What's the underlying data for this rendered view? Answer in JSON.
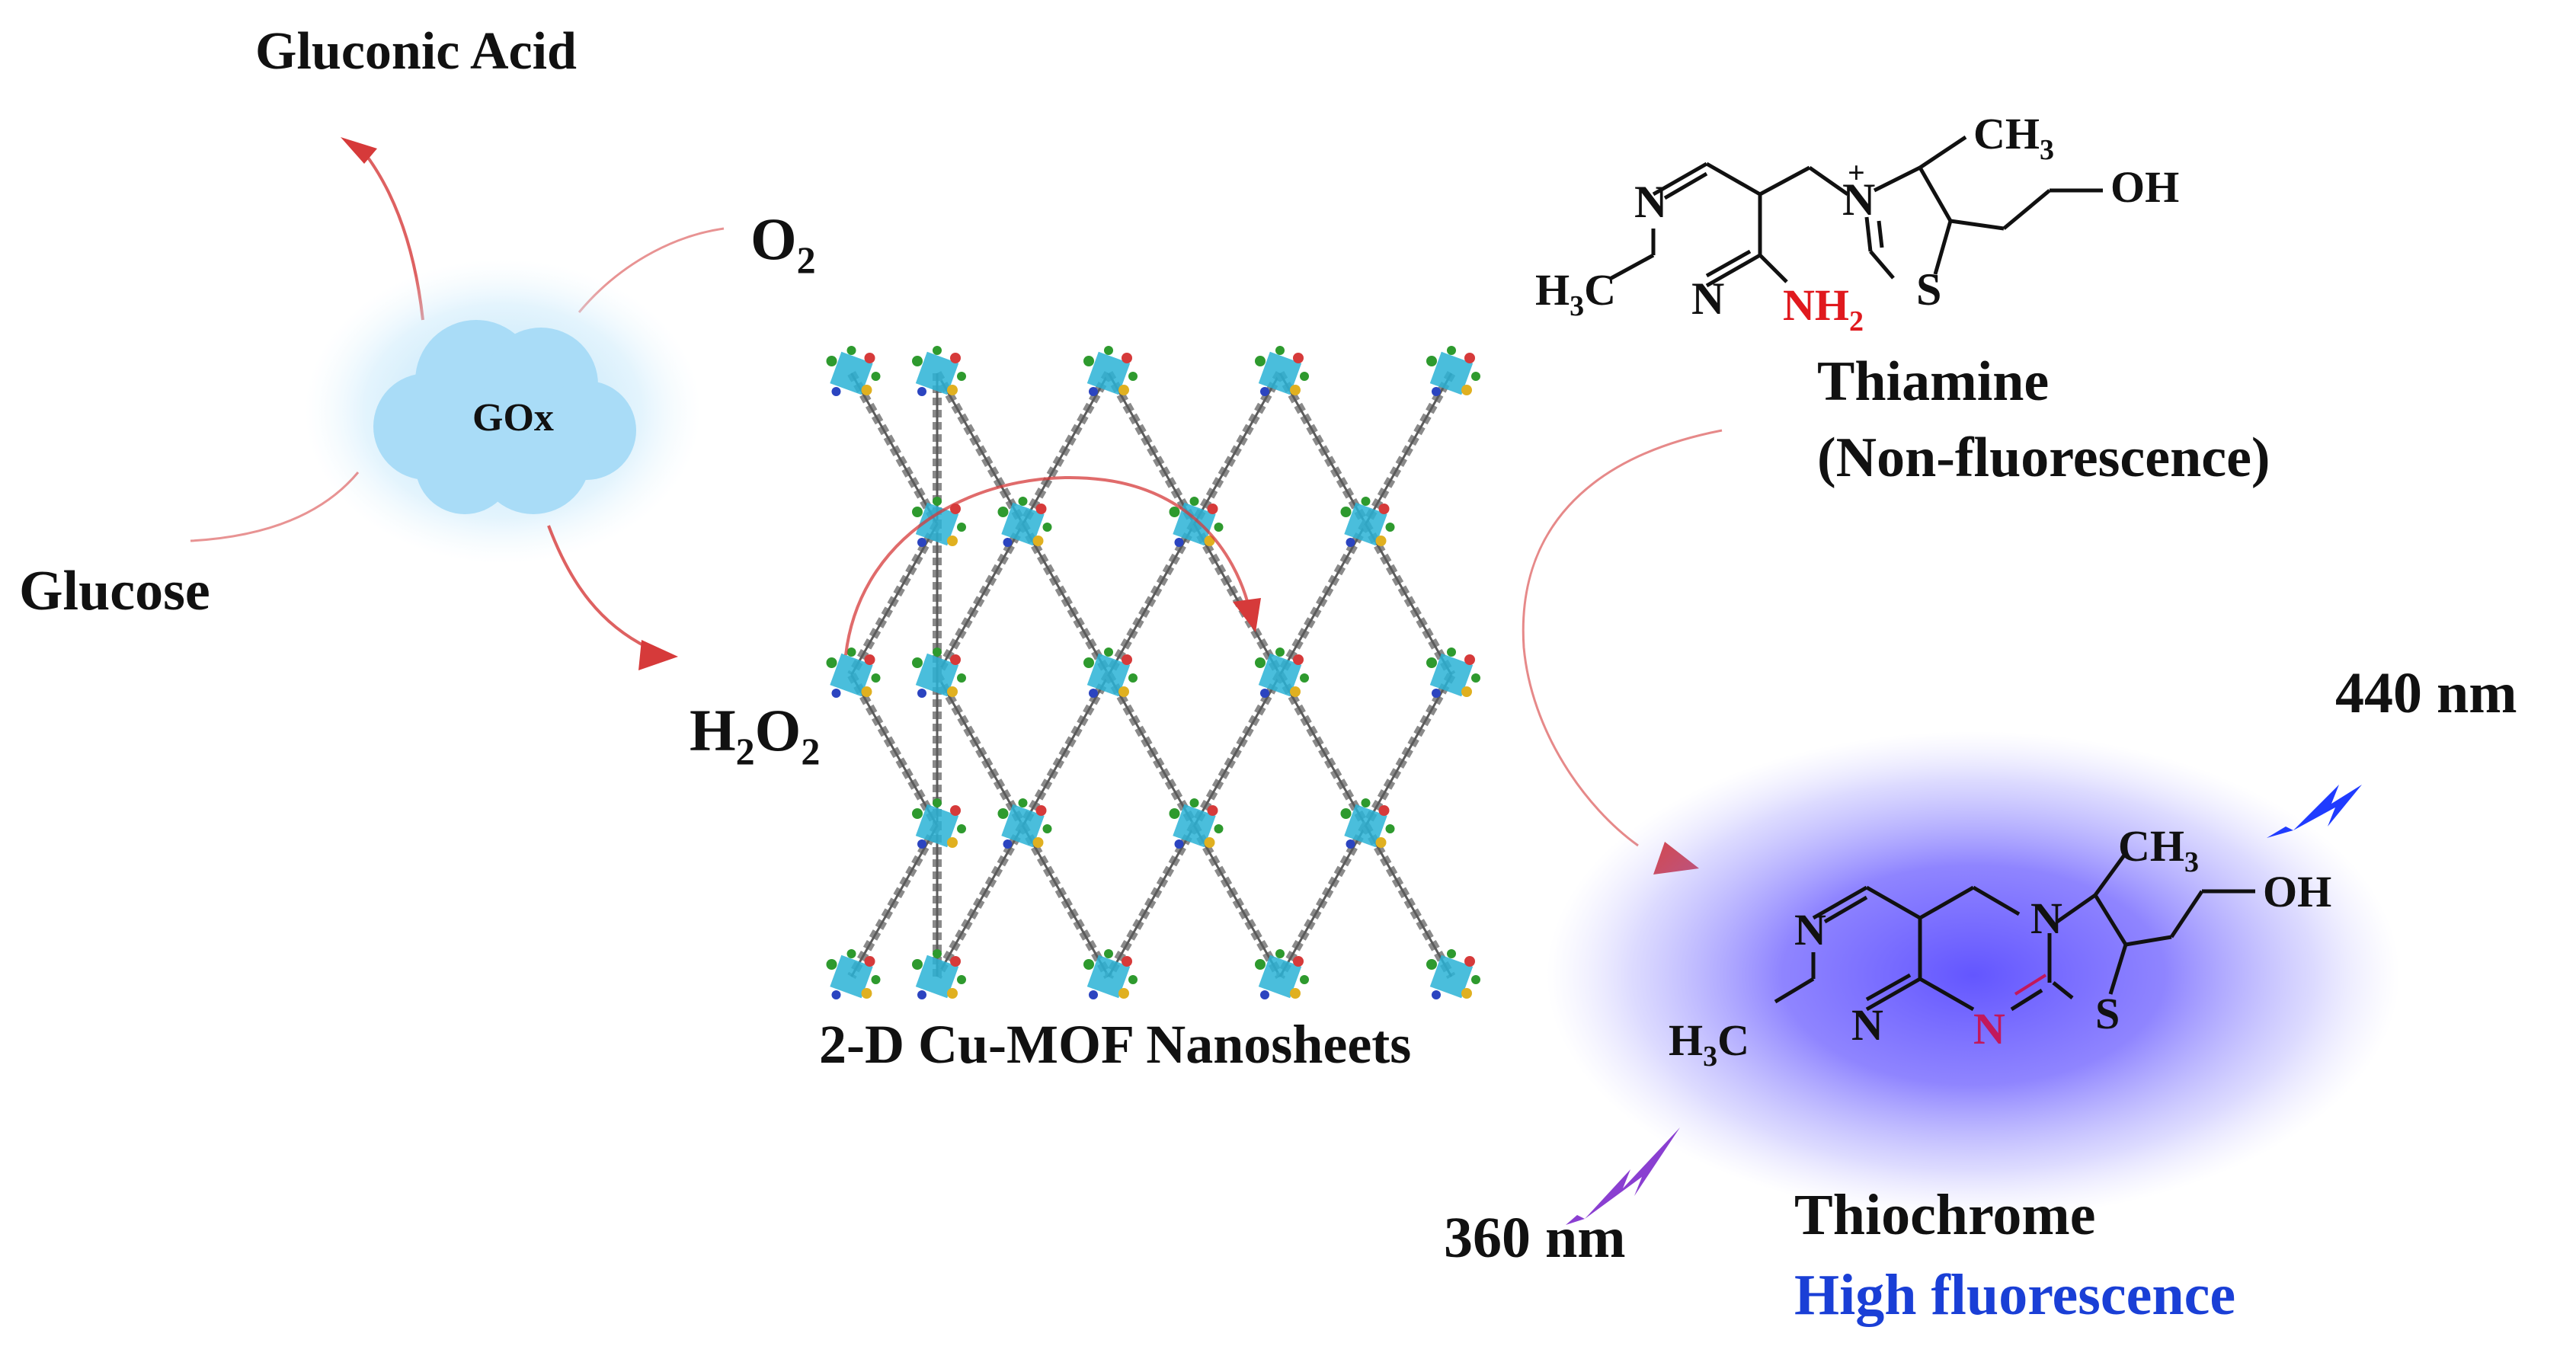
{
  "labels": {
    "gluconic_acid": "Gluconic Acid",
    "o2_main": "O",
    "o2_sub": "2",
    "gox": "GOx",
    "glucose": "Glucose",
    "h2o2_h": "H",
    "h2o2_sub1": "2",
    "h2o2_o": "O",
    "h2o2_sub2": "2",
    "mof": "2-D Cu-MOF Nanosheets",
    "thiamine": "Thiamine",
    "thiamine_note": "(Non-fluorescence)",
    "thiochrome": "Thiochrome",
    "thiochrome_note": "High fluorescence",
    "em_wavelength": "440 nm",
    "ex_wavelength": "360 nm"
  },
  "atoms": {
    "n": "N",
    "s": "S",
    "ch3_main": "CH",
    "ch3_sub": "3",
    "oh": "OH",
    "h3c_h": "H",
    "h3c_sub": "3",
    "h3c_c": "C",
    "nh2_main": "NH",
    "nh2_sub": "2",
    "plus": "+"
  },
  "colors": {
    "arrow_red": "#d63a3a",
    "nh2_red": "#e0191e",
    "n_magenta": "#c2185b",
    "fluor_blue": "#1a3fd6",
    "glow": "#6e66ff",
    "gox_cloud": "#a9dcf7",
    "bolt_blue": "#1f3bff",
    "bolt_purple": "#8a3fd1",
    "cu_node": "#2ab3d6"
  }
}
